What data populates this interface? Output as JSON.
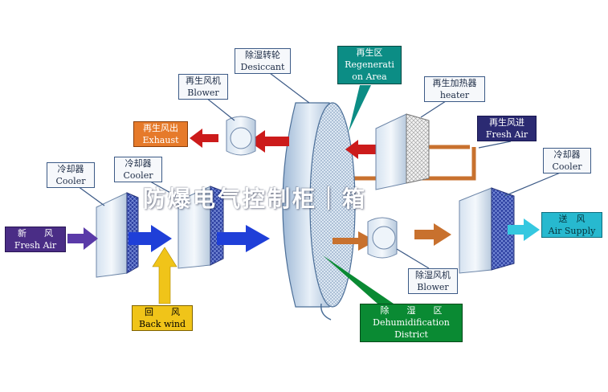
{
  "banner": "防爆电气控制柜｜箱",
  "labels": {
    "desiccant": {
      "zh": "除湿转轮",
      "en": "Desiccant"
    },
    "regen_area": {
      "zh": "再生区",
      "en1": "Regenerati",
      "en2": "on Area"
    },
    "regen_blower": {
      "zh": "再生风机",
      "en": "Blower"
    },
    "regen_heater": {
      "zh": "再生加热器",
      "en": "heater"
    },
    "exhaust": {
      "zh": "再生风出",
      "en": "Exhaust"
    },
    "regen_fresh_air": {
      "zh": "再生风进",
      "en": "Fresh Air"
    },
    "cooler_left": {
      "zh": "冷却器",
      "en": "Cooler"
    },
    "cooler_mid": {
      "zh": "冷却器",
      "en": "Cooler"
    },
    "cooler_right": {
      "zh": "冷却器",
      "en": "Cooler"
    },
    "fresh_air": {
      "zh": "新　　风",
      "en": "Fresh Air"
    },
    "air_supply": {
      "zh": "送　风",
      "en": "Air Supply"
    },
    "back_wind": {
      "zh": "回　　风",
      "en": "Back wind"
    },
    "dehum_blower": {
      "zh": "除湿风机",
      "en": "Blower"
    },
    "dehum_district": {
      "zh": "除　　湿　　区",
      "en1": "Dehumidification",
      "en2": "District"
    }
  },
  "colors": {
    "process_air": "#1f3fd8",
    "regen_air": "#c8712e",
    "fresh_air_arrow": "#5a3aa8",
    "back_wind_arrow": "#f0c419",
    "supply_arrow": "#35c8e0",
    "exhaust_arrow": "#cc1b1b",
    "wheel": "#b8cfe6",
    "cooler": "#3c4ca8"
  }
}
